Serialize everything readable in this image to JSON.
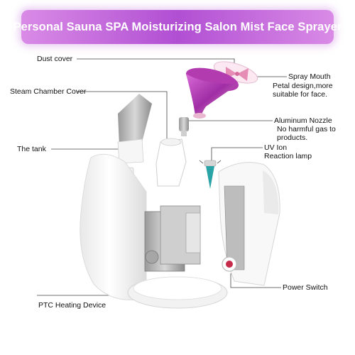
{
  "banner": {
    "title": "Personal Sauna SPA Moisturizing Salon Mist Face Sprayer"
  },
  "labels": {
    "dust_cover": "Dust cover",
    "steam_chamber_cover": "Steam Chamber Cover",
    "the_tank": "The tank",
    "spray_mouth": {
      "title": "Spray Mouth",
      "line1": "Petal design,more",
      "line2": "suitable for face."
    },
    "aluminum_nozzle": {
      "title": "Aluminum Nozzle",
      "line1": "No harmful gas to",
      "line2": "products."
    },
    "uv_lamp": {
      "line1": "UV Ion",
      "line2": "Reaction lamp"
    },
    "power_switch": "Power Switch",
    "ptc_heating_device": "PTC Heating Device"
  },
  "colors": {
    "banner_start": "#d98be6",
    "banner_mid": "#b14fd3",
    "accent_purple": "#b23bb0",
    "teal": "#2aa3a6"
  }
}
